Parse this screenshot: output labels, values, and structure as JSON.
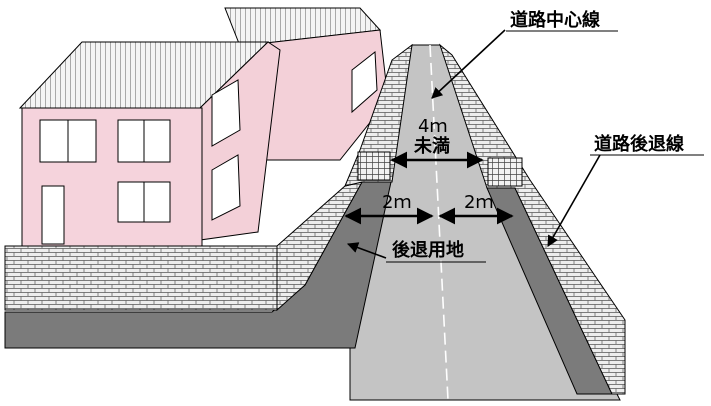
{
  "labels": {
    "center_line": "道路中心線",
    "setback_line": "道路後退線",
    "setback_land": "後退用地",
    "width_value": "4ｍ",
    "width_note": "未満",
    "half_left": "2ｍ",
    "half_right": "2ｍ"
  },
  "colors": {
    "road": "#c4c4c4",
    "setback_strip": "#7a7a7a",
    "wall": "#ececec",
    "house_wall": "#f4d0d8",
    "roof": "#f2f2f2",
    "line": "#000000"
  }
}
